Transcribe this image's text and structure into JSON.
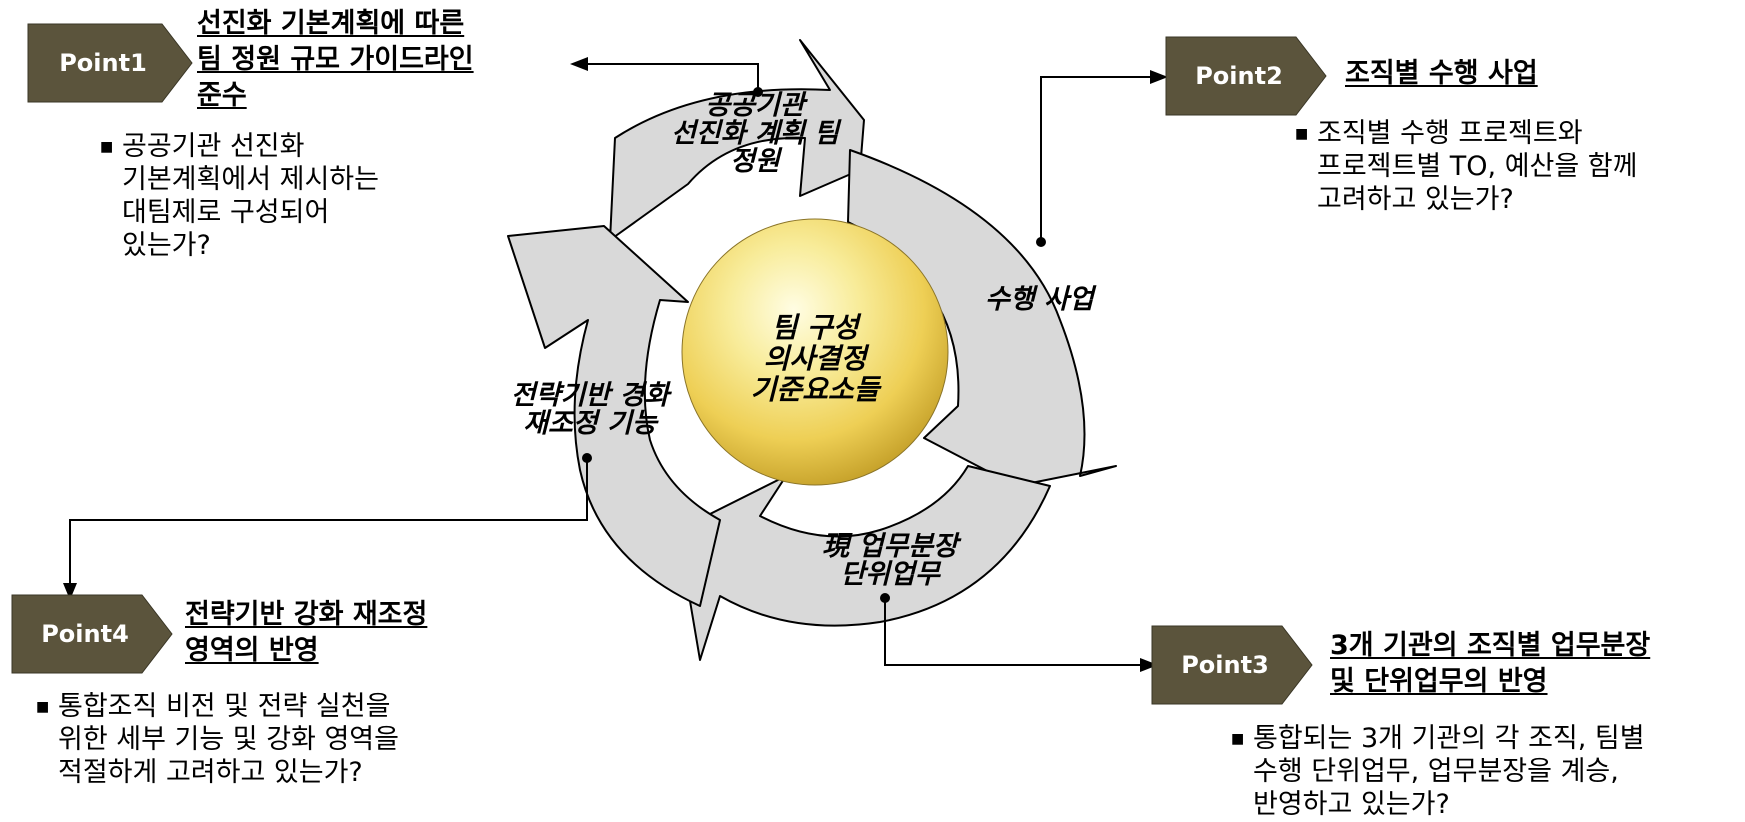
{
  "center": {
    "line1": "팀 구성",
    "line2": "의사결정",
    "line3": "기준요소들"
  },
  "cycle_labels": {
    "top": {
      "line1": "공공기관",
      "line2": "선진화 계획 팀",
      "line3": "정원"
    },
    "right": "수행 사업",
    "bottom": {
      "line1": "現 업무분장",
      "line2": "단위업무"
    },
    "left": {
      "line1": "전략기반 경화",
      "line2": "재조정 기능"
    }
  },
  "points": [
    {
      "badge": "Point1",
      "title_lines": [
        "선진화 기본계획에 따른",
        "팀 정원 규모 가이드라인",
        "준수"
      ],
      "desc_lines": [
        "공공기관 선진화",
        "기본계획에서 제시하는",
        "대팀제로 구성되어",
        "있는가?"
      ]
    },
    {
      "badge": "Point2",
      "title_lines": [
        "조직별 수행 사업"
      ],
      "desc_lines": [
        "조직별 수행 프로젝트와",
        "프로젝트별 TO, 예산을 함께",
        "고려하고 있는가?"
      ]
    },
    {
      "badge": "Point3",
      "title_lines": [
        "3개 기관의 조직별 업무분장",
        "및 단위업무의 반영"
      ],
      "desc_lines": [
        "통합되는 3개 기관의 각 조직, 팀별",
        "수행 단위업무, 업무분장을 계승,",
        "반영하고 있는가?"
      ]
    },
    {
      "badge": "Point4",
      "title_lines": [
        "전략기반 강화 재조정",
        "영역의 반영"
      ],
      "desc_lines": [
        "통합조직 비전 및 전략 실천을",
        "위한 세부 기능 및 강화 영역을",
        "적절하게 고려하고 있는가?"
      ]
    }
  ],
  "colors": {
    "badge_fill": "#5b543c",
    "arrow_fill": "#d9d9d9",
    "sphere_light": "#fffde0",
    "sphere_mid": "#f6e27a",
    "sphere_dark": "#c9a52a"
  }
}
